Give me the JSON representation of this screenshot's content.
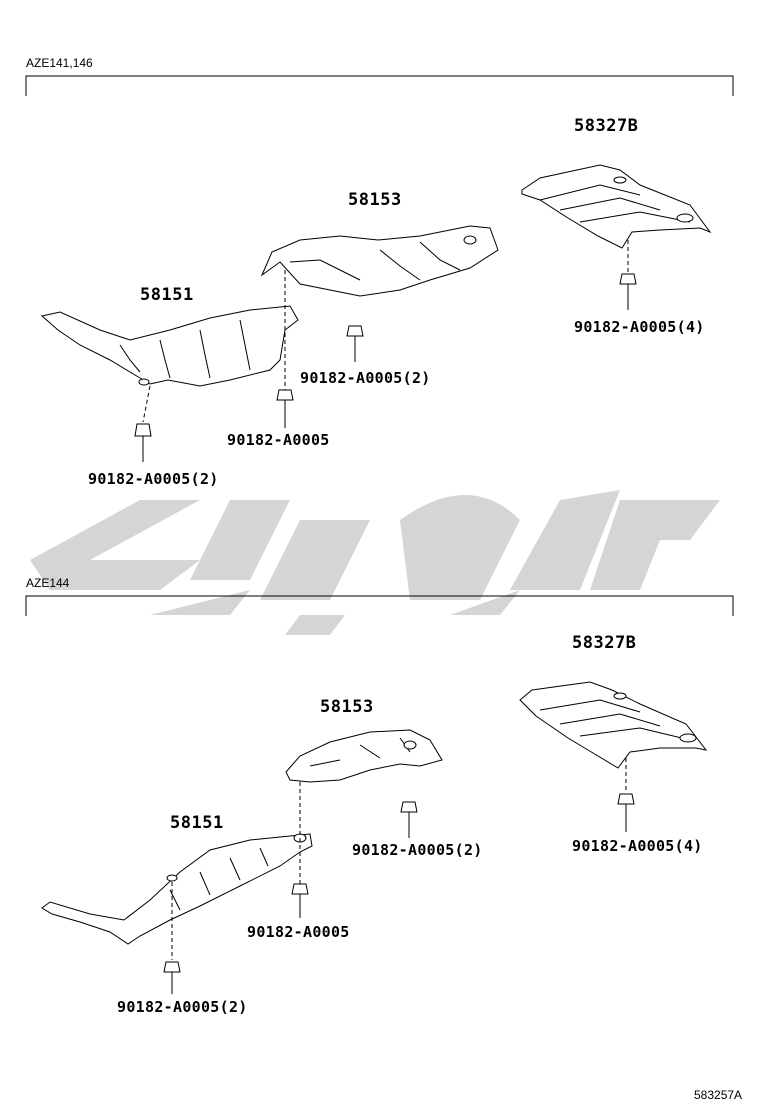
{
  "sections": [
    {
      "title": "AZE141,146",
      "parts": [
        {
          "label": "58327B"
        },
        {
          "label": "58153"
        },
        {
          "label": "58151"
        }
      ],
      "bolts": [
        {
          "label": "90182-A0005(4)"
        },
        {
          "label": "90182-A0005(2)"
        },
        {
          "label": "90182-A0005"
        },
        {
          "label": "90182-A0005(2)"
        }
      ]
    },
    {
      "title": "AZE144",
      "parts": [
        {
          "label": "58327B"
        },
        {
          "label": "58153"
        },
        {
          "label": "58151"
        }
      ],
      "bolts": [
        {
          "label": "90182-A0005(4)"
        },
        {
          "label": "90182-A0005(2)"
        },
        {
          "label": "90182-A0005"
        },
        {
          "label": "90182-A0005(2)"
        }
      ]
    }
  ],
  "diagram_id": "583257A",
  "watermark": "تویوتاپارت",
  "colors": {
    "line": "#000000",
    "watermark": "#d5d5d5"
  }
}
